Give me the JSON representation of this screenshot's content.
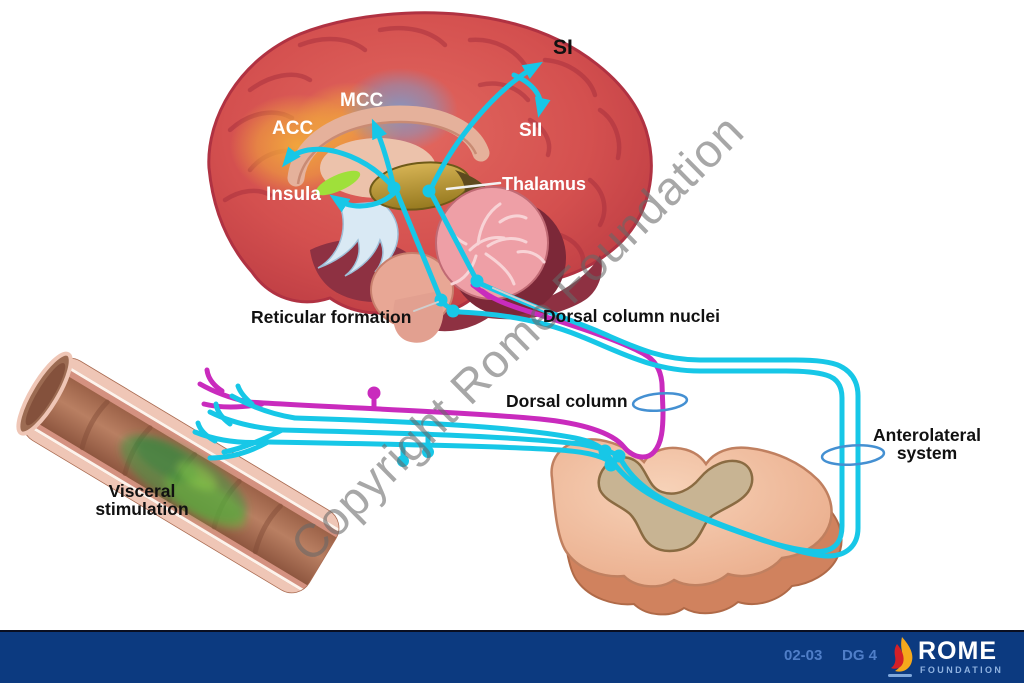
{
  "colors": {
    "cyan": "#17C7E7",
    "magenta": "#C92BBD",
    "ring_blue": "#4490D2",
    "footer_bg": "#0C3A80",
    "footer_text": "#4F7EC8",
    "logo_yellow": "#F5A81C",
    "logo_red": "#D42027",
    "watermark_gray": "#686868"
  },
  "labels": {
    "si": "SI",
    "mcc": "MCC",
    "acc": "ACC",
    "sii": "SII",
    "insula": "Insula",
    "thalamus": "Thalamus",
    "reticular_formation": "Reticular formation",
    "dorsal_column_nuclei": "Dorsal column nuclei",
    "dorsal_column": "Dorsal column",
    "anterolateral_line1": "Anterolateral",
    "anterolateral_line2": "system",
    "visceral_line1": "Visceral",
    "visceral_line2": "stimulation"
  },
  "watermark": {
    "text": "Copyright Rome Foundation"
  },
  "footer": {
    "slide_code": "02-03",
    "dg_code": "DG 4",
    "logo_name": "ROME",
    "logo_subtitle": "FOUNDATION"
  }
}
